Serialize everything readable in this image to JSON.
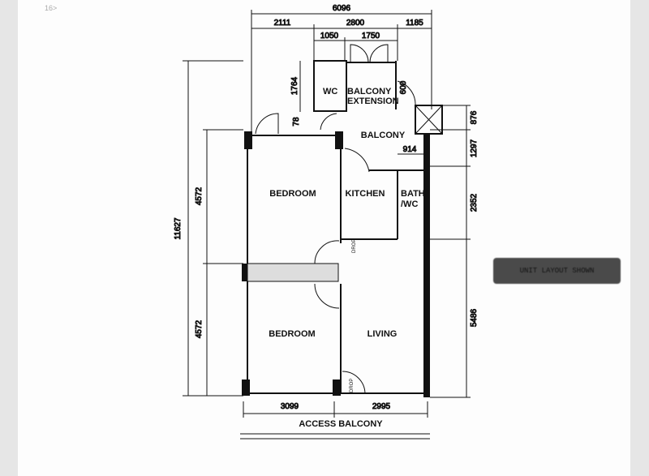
{
  "annotation": "16>",
  "overall_width": "6096",
  "top_dims": [
    "2111",
    "2800",
    "1185"
  ],
  "sub_dims": [
    "1050",
    "1750"
  ],
  "left_dims": {
    "total": "11627",
    "upper": "4572",
    "lower": "4572",
    "wc_depth": "1764",
    "small": "78"
  },
  "right_dims": [
    "876",
    "1297",
    "2352",
    "5486"
  ],
  "inner_dims": {
    "door": "600",
    "bath": "914"
  },
  "bottom_dims": [
    "3099",
    "2995"
  ],
  "rooms": {
    "wc": "WC",
    "balcony_extension_1": "BALCONY",
    "balcony_extension_2": "EXTENSION",
    "balcony": "BALCONY",
    "bedroom1": "BEDROOM",
    "kitchen": "KITCHEN",
    "bath1": "BATH",
    "bath2": "/WC",
    "bedroom2": "BEDROOM",
    "living": "LIVING",
    "drop1": "DROP",
    "drop2": "DROP"
  },
  "access_label": "ACCESS BALCONY",
  "stamp_text": "UNIT LAYOUT SHOWN"
}
